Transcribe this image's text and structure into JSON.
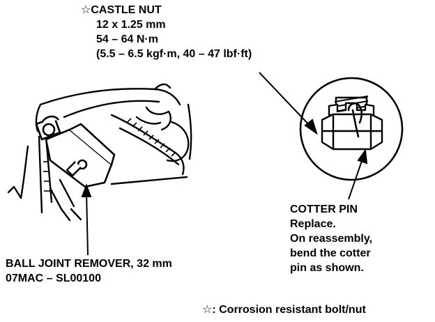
{
  "castle_nut": {
    "star": "☆",
    "title": "CASTLE NUT",
    "size": "12 x 1.25 mm",
    "torque_nm": "54 – 64 N·m",
    "torque_alt": "(5.5 – 6.5 kgf·m, 40 – 47 lbf·ft)"
  },
  "cotter_pin": {
    "title": "COTTER PIN",
    "note_1": "Replace.",
    "note_2": "On reassembly,",
    "note_3": "bend the cotter",
    "note_4": "pin as shown."
  },
  "tool": {
    "name": "BALL JOINT REMOVER, 32 mm",
    "part_number": "07MAC – SL00100"
  },
  "footnote": {
    "symbol": "☆:",
    "text": "Corrosion resistant bolt/nut"
  }
}
